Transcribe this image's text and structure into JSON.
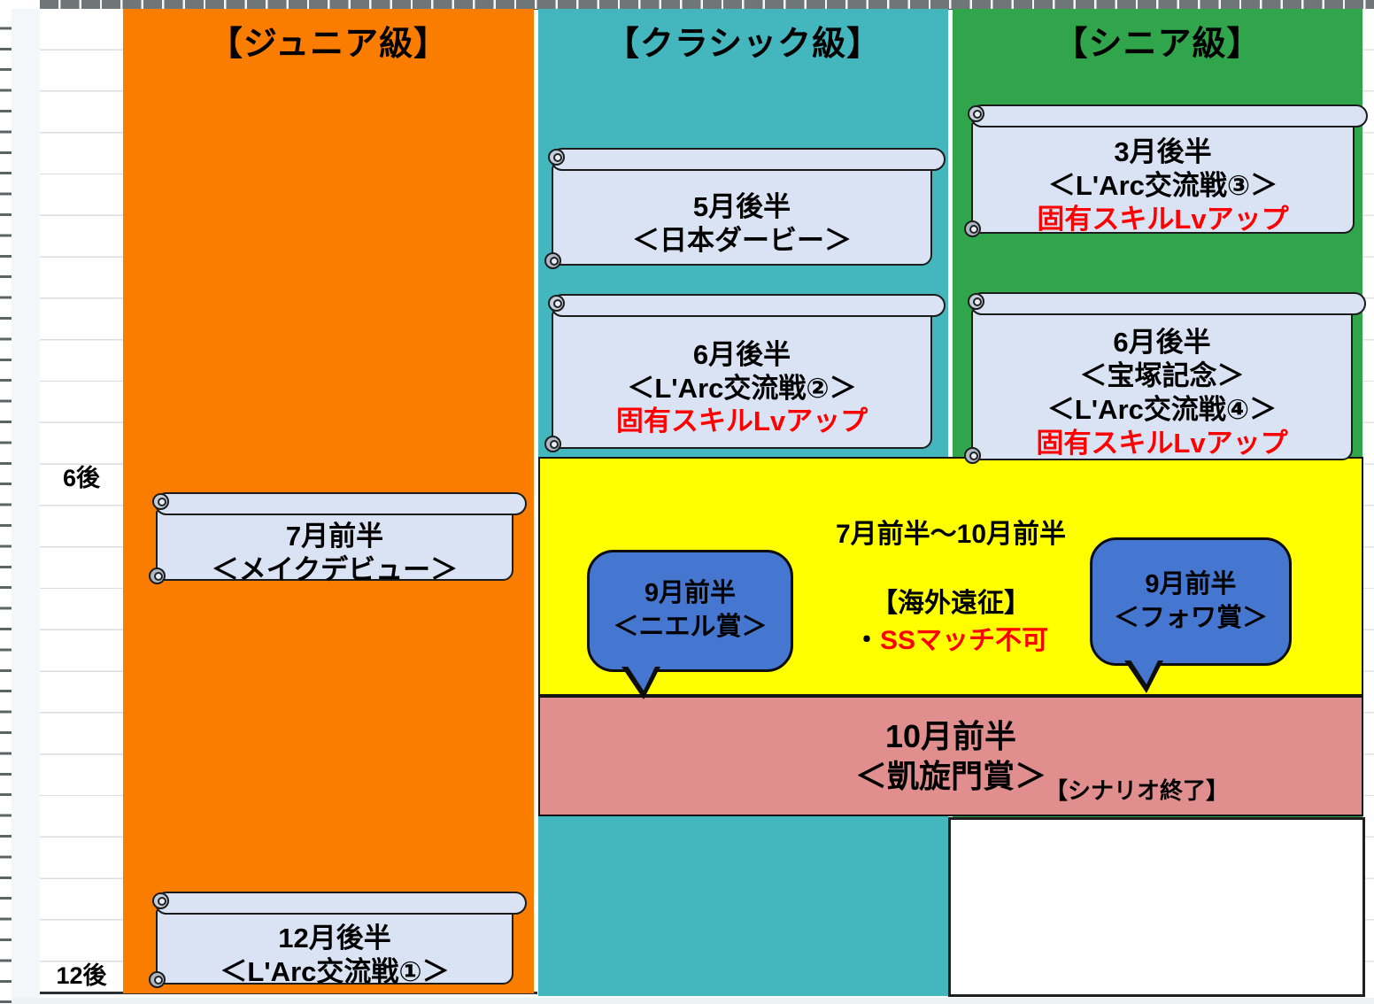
{
  "columns": {
    "junior": {
      "header": "【ジュニア級】"
    },
    "classic": {
      "header": "【クラシック級】"
    },
    "senior": {
      "header": "【シニア級】"
    }
  },
  "row_labels": {
    "june_late": "6後",
    "december_late": "12後"
  },
  "banners": {
    "make_debut": {
      "line1": "7月前半",
      "line2": "＜メイクデビュー＞"
    },
    "larc1": {
      "line1": "12月後半",
      "line2": "＜L'Arc交流戦①＞"
    },
    "derby": {
      "line1": "5月後半",
      "line2": "＜日本ダービー＞"
    },
    "larc2": {
      "line1": "6月後半",
      "line2": "＜L'Arc交流戦②＞",
      "line3": "固有スキルLvアップ"
    },
    "larc3": {
      "line1": "3月後半",
      "line2": "＜L'Arc交流戦③＞",
      "line3": "固有スキルLvアップ"
    },
    "takarazuka": {
      "line1": "6月後半",
      "line2": "＜宝塚記念＞",
      "line3": "＜L'Arc交流戦④＞",
      "line4": "固有スキルLvアップ"
    }
  },
  "overseas": {
    "period": "7月前半～10月前半",
    "heading": "【海外遠征】",
    "bullet": "・",
    "restriction": "SSマッチ不可",
    "bubbles": {
      "niel": {
        "line1": "9月前半",
        "line2": "＜ニエル賞＞"
      },
      "foy": {
        "line1": "9月前半",
        "line2": "＜フォワ賞＞"
      }
    }
  },
  "finale": {
    "line1": "10月前半",
    "line2": "＜凱旋門賞＞",
    "scenario_end": "【シナリオ終了】"
  },
  "colors": {
    "junior": "#fa7d00",
    "classic": "#44b6bd",
    "senior": "#31a54c",
    "banner_fill": "#dae3f3",
    "overseas_bg": "#ffff00",
    "finale_bg": "#e18e8f",
    "bubble_bg": "#4677d0",
    "alert_text": "#ff0000"
  }
}
